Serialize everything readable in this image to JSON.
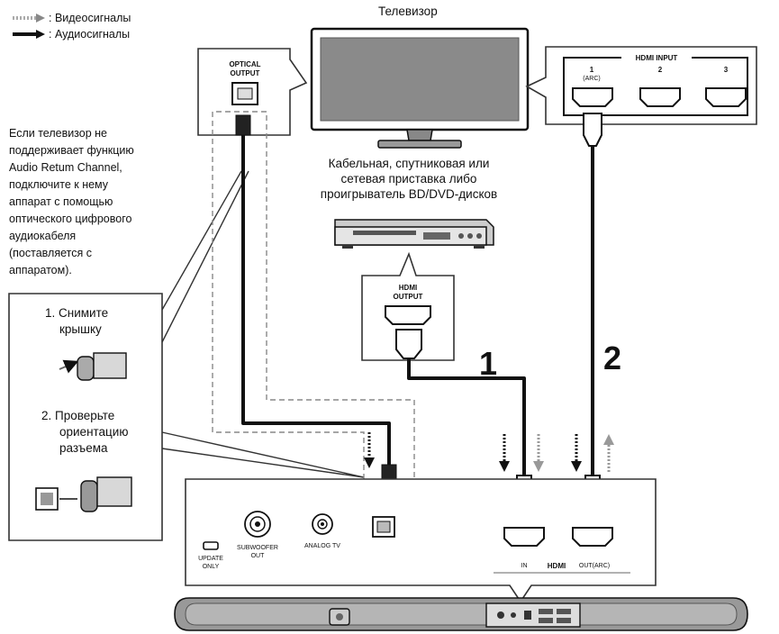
{
  "legend": {
    "video_label": ": Видеосигналы",
    "audio_label": ": Аудиосигналы"
  },
  "tv": {
    "title": "Телевизор"
  },
  "optical_callout": {
    "line1": "OPTICAL",
    "line2": "OUTPUT"
  },
  "hdmi_input_callout": {
    "title": "HDMI INPUT",
    "port1": "1",
    "port1_sub": "(ARC)",
    "port2": "2",
    "port3": "3"
  },
  "source_device": {
    "line1": "Кабельная, спутниковая или",
    "line2": "сетевая приставка либо",
    "line3": "проигрыватель BD/DVD-дисков"
  },
  "hdmi_output_callout": {
    "line1": "HDMI",
    "line2": "OUTPUT"
  },
  "note_text": [
    "Если телевизор не",
    "поддерживает функцию",
    "Audio Retum Channel,",
    "подключите к нему",
    "аппарат с помощью",
    "оптического цифрового",
    "аудиокабеля",
    "(поставляется с",
    "аппаратом)."
  ],
  "steps": {
    "step1_line1": "1. Снимите",
    "step1_line2": "крышку",
    "step2_line1": "2. Проверьте",
    "step2_line2": "ориентацию",
    "step2_line3": "разъема"
  },
  "cable_numbers": {
    "one": "1",
    "two": "2"
  },
  "rear_panel": {
    "update_line1": "UPDATE",
    "update_line2": "ONLY",
    "subwoofer_line1": "SUBWOOFER",
    "subwoofer_line2": "OUT",
    "analog_tv": "ANALOG TV",
    "hdmi_in": "IN",
    "hdmi_logo": "HDMI",
    "hdmi_out": "OUT(ARC)"
  },
  "colors": {
    "line": "#111111",
    "dashed": "#888888",
    "tv_screen": "#8a8a8a"
  }
}
